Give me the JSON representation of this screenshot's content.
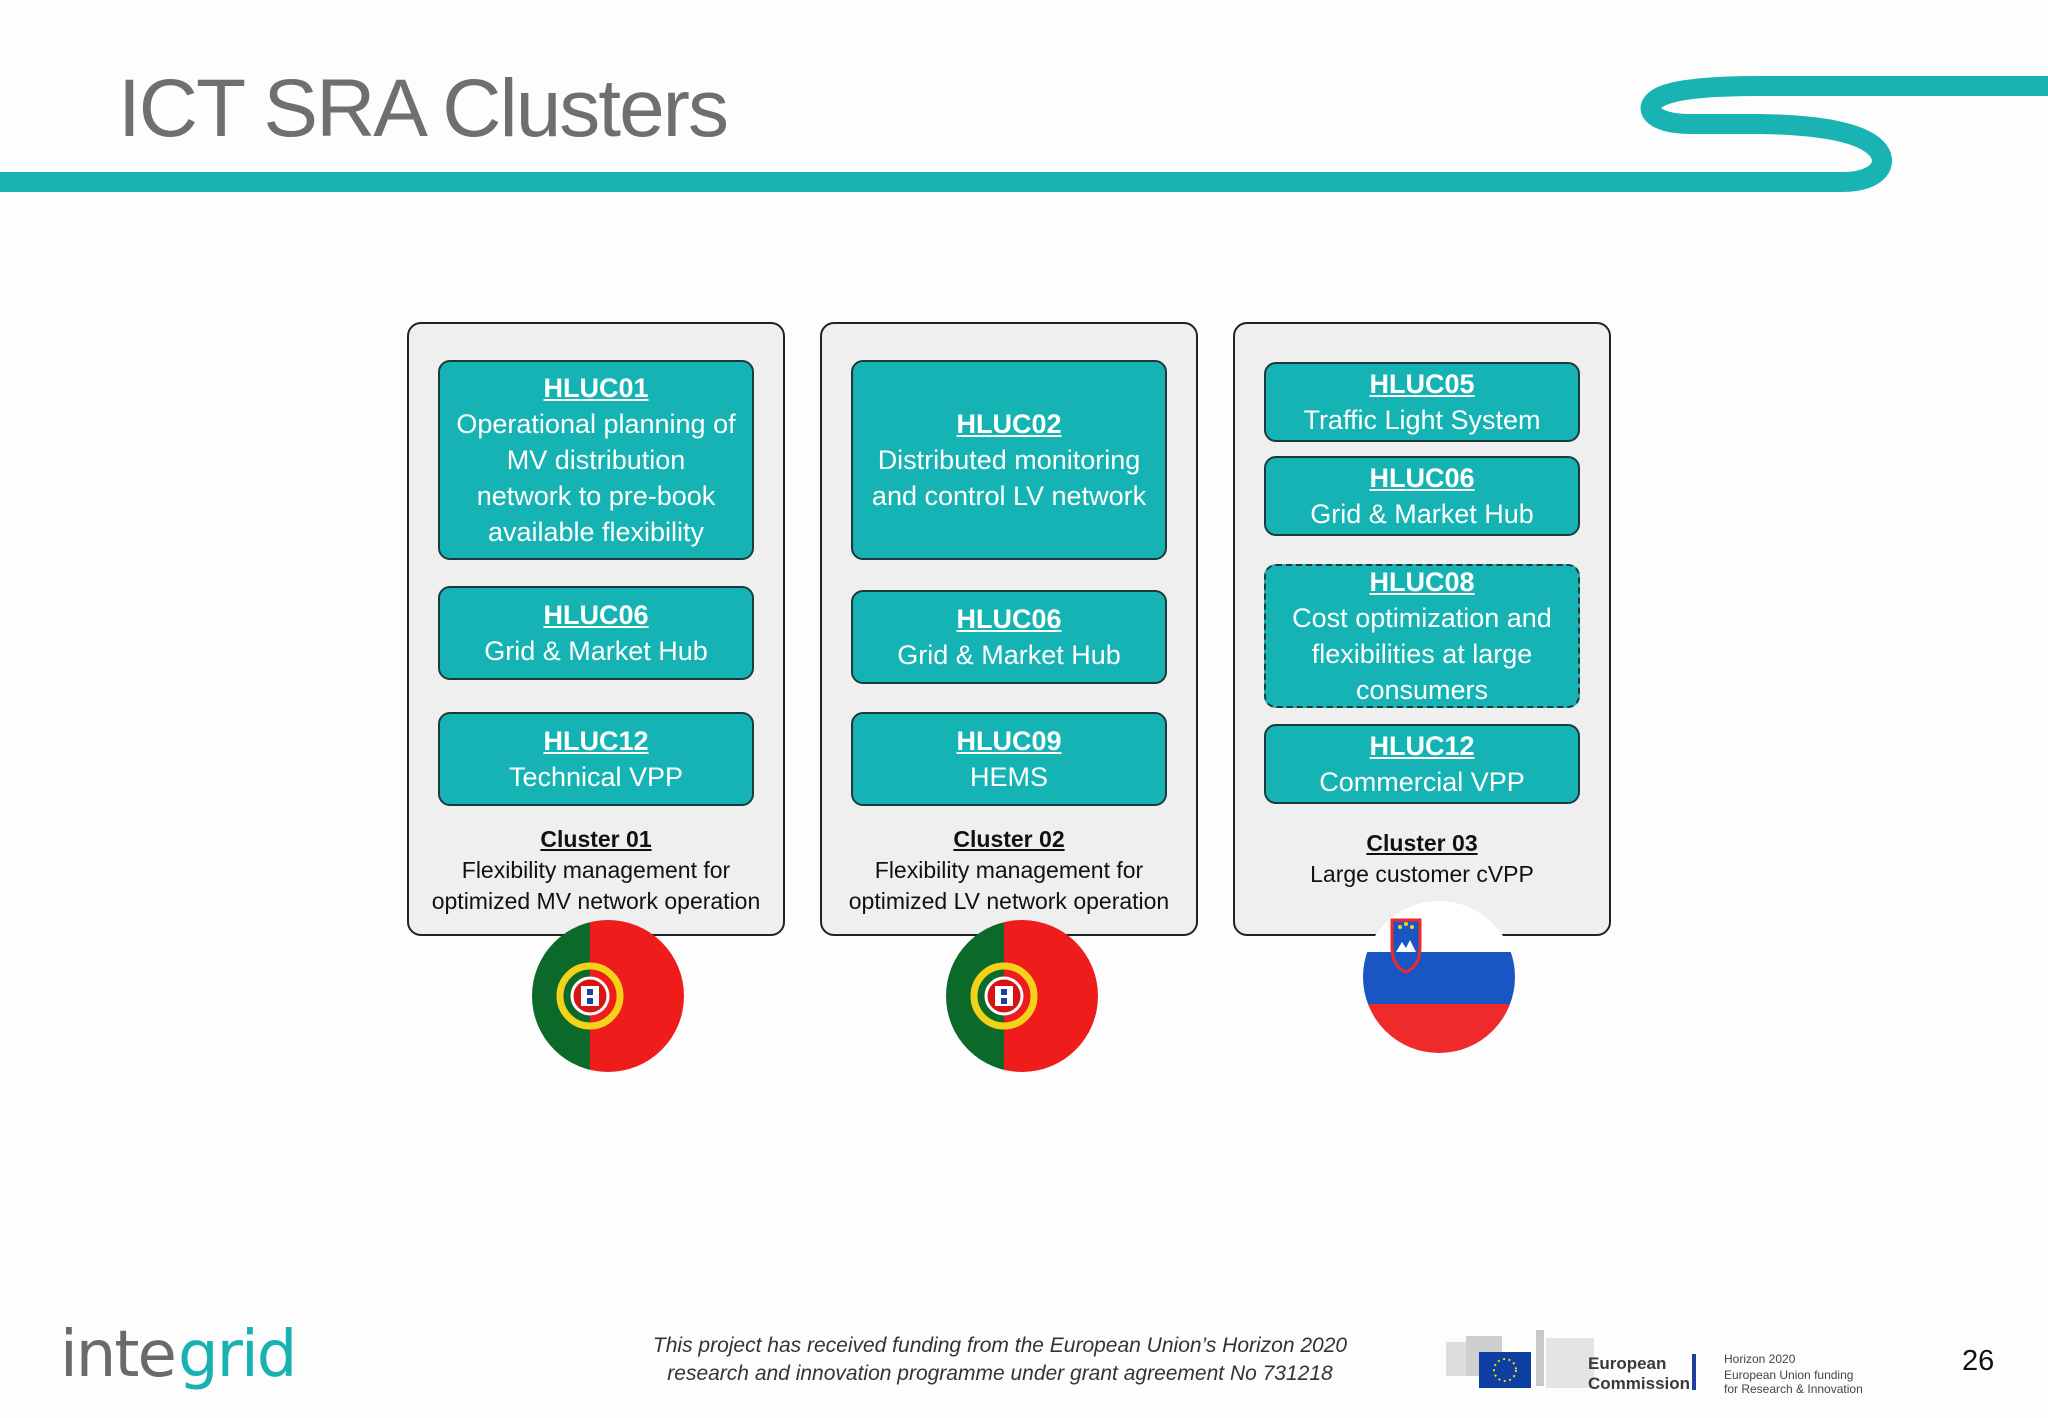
{
  "slide": {
    "title": "ICT SRA Clusters",
    "page_number": "26"
  },
  "colors": {
    "accent": "#1ab3b4",
    "box_fill": "#16b3b4",
    "box_border": "#1c3a3b",
    "cluster_bg": "#efefef",
    "title": "#6f6f6f"
  },
  "clusters": [
    {
      "name": "Cluster 01",
      "description_lines": [
        "Flexibility management for",
        "optimized MV network operation"
      ],
      "flag": "portugal-flag-icon",
      "use_cases": [
        {
          "code": "HLUC01",
          "lines": [
            "Operational planning of",
            "MV distribution",
            "network to pre-book",
            "available flexibility"
          ]
        },
        {
          "code": "HLUC06",
          "lines": [
            "Grid & Market Hub"
          ]
        },
        {
          "code": "HLUC12",
          "lines": [
            "Technical VPP"
          ]
        }
      ]
    },
    {
      "name": "Cluster 02",
      "description_lines": [
        "Flexibility management for",
        "optimized LV network operation"
      ],
      "flag": "portugal-flag-icon",
      "use_cases": [
        {
          "code": "HLUC02",
          "lines": [
            "Distributed monitoring",
            "and control LV network"
          ]
        },
        {
          "code": "HLUC06",
          "lines": [
            "Grid & Market Hub"
          ]
        },
        {
          "code": "HLUC09",
          "lines": [
            "HEMS"
          ]
        }
      ]
    },
    {
      "name": "Cluster 03",
      "description_lines": [
        "Large customer cVPP"
      ],
      "flag": "slovenia-flag-icon",
      "use_cases": [
        {
          "code": "HLUC05",
          "lines": [
            "Traffic Light System"
          ]
        },
        {
          "code": "HLUC06",
          "lines": [
            "Grid & Market Hub"
          ]
        },
        {
          "code": "HLUC08",
          "lines": [
            "Cost optimization and",
            "flexibilities at large",
            "consumers"
          ]
        },
        {
          "code": "HLUC12",
          "lines": [
            "Commercial VPP"
          ]
        }
      ]
    }
  ],
  "footer": {
    "funding_line_1": "This project has received funding from the European Union’s Horizon 2020",
    "funding_line_2": "research and innovation programme under grant agreement No 731218",
    "project_logo_text": "integrid",
    "ec_logo_text_1": "European",
    "ec_logo_text_2": "Commission",
    "horizon_line_1": "Horizon 2020",
    "horizon_line_2": "European Union funding",
    "horizon_line_3": "for Research & Innovation"
  }
}
